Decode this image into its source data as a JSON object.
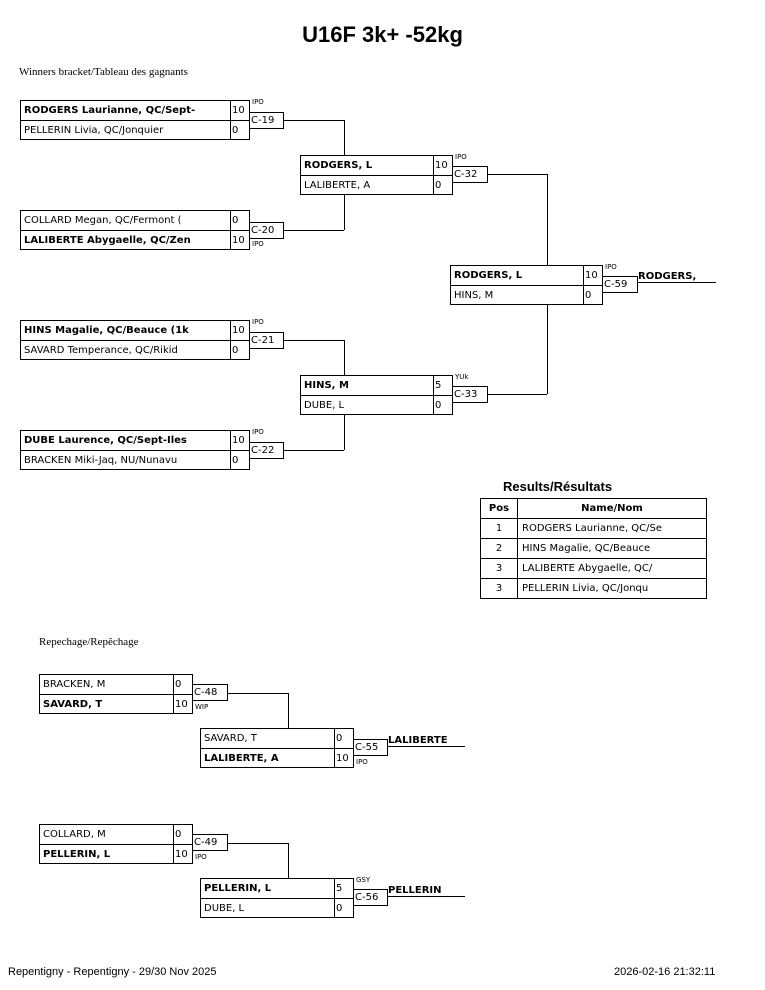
{
  "title": "U16F 3k+ -52kg",
  "winners_label": "Winners bracket/Tableau des gagnants",
  "repechage_label": "Repechage/Repêchage",
  "results": {
    "title": "Results/Résultats",
    "headers": [
      "Pos",
      "Name/Nom"
    ],
    "rows": [
      {
        "pos": "1",
        "name": "RODGERS Laurianne, QC/Se"
      },
      {
        "pos": "2",
        "name": "HINS Magalie, QC/Beauce"
      },
      {
        "pos": "3",
        "name": "LALIBERTE Abygaelle, QC/"
      },
      {
        "pos": "3",
        "name": "PELLERIN Livia, QC/Jonqu"
      }
    ]
  },
  "matches": {
    "c19": {
      "id": "C-19",
      "tag": "IPO",
      "a": "RODGERS Laurianne, QC/Sept-",
      "a_score": "10",
      "b": "PELLERIN Livia, QC/Jonquier",
      "b_score": "0"
    },
    "c20": {
      "id": "C-20",
      "tag": "IPO",
      "a": "COLLARD Megan, QC/Fermont (",
      "a_score": "0",
      "b": "LALIBERTE Abygaelle, QC/Zen",
      "b_score": "10"
    },
    "c21": {
      "id": "C-21",
      "tag": "IPO",
      "a": "HINS Magalie, QC/Beauce (1k",
      "a_score": "10",
      "b": "SAVARD Temperance, QC/Rikid",
      "b_score": "0"
    },
    "c22": {
      "id": "C-22",
      "tag": "IPO",
      "a": "DUBE Laurence, QC/Sept-Iles",
      "a_score": "10",
      "b": "BRACKEN Miki-Jaq, NU/Nunavu",
      "b_score": "0"
    },
    "c32": {
      "id": "C-32",
      "tag": "IPO",
      "a": "RODGERS, L",
      "a_score": "10",
      "b": "LALIBERTE, A",
      "b_score": "0"
    },
    "c33": {
      "id": "C-33",
      "tag": "YUk",
      "a": "HINS, M",
      "a_score": "5",
      "b": "DUBE, L",
      "b_score": "0"
    },
    "c59": {
      "id": "C-59",
      "tag": "IPO",
      "a": "RODGERS, L",
      "a_score": "10",
      "b": "HINS, M",
      "b_score": "0",
      "winner": "RODGERS,"
    },
    "c48": {
      "id": "C-48",
      "tag": "WIP",
      "a": "BRACKEN, M",
      "a_score": "0",
      "b": "SAVARD, T",
      "b_score": "10"
    },
    "c55": {
      "id": "C-55",
      "tag": "IPO",
      "a": "SAVARD, T",
      "a_score": "0",
      "b": "LALIBERTE, A",
      "b_score": "10",
      "winner": "LALIBERTE"
    },
    "c49": {
      "id": "C-49",
      "tag": "IPO",
      "a": "COLLARD, M",
      "a_score": "0",
      "b": "PELLERIN, L",
      "b_score": "10"
    },
    "c56": {
      "id": "C-56",
      "tag": "GSY",
      "a": "PELLERIN, L",
      "a_score": "5",
      "b": "DUBE, L",
      "b_score": "0",
      "winner": "PELLERIN"
    }
  },
  "footer": {
    "left": "Repentigny - Repentigny - 29/30 Nov 2025",
    "right": "2026-02-16 21:32:11"
  }
}
